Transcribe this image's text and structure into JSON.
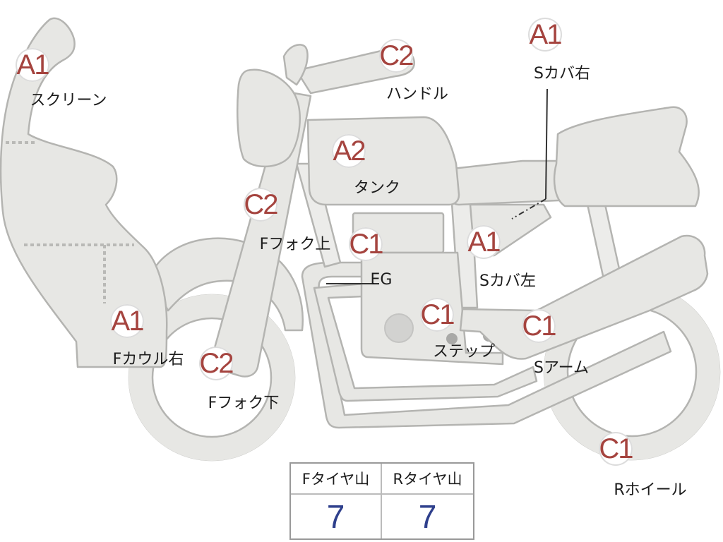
{
  "parts": [
    {
      "id": "screen",
      "grade": "A1",
      "label": "スクリーン"
    },
    {
      "id": "handle",
      "grade": "C2",
      "label": "ハンドル"
    },
    {
      "id": "side-cover-right",
      "grade": "A1",
      "label": "Sカバ右"
    },
    {
      "id": "tank",
      "grade": "A2",
      "label": "タンク"
    },
    {
      "id": "front-fork-upper",
      "grade": "C2",
      "label": "Fフォク上"
    },
    {
      "id": "engine",
      "grade": "C1",
      "label": "EG"
    },
    {
      "id": "side-cover-left",
      "grade": "A1",
      "label": "Sカバ左"
    },
    {
      "id": "front-cowl-right",
      "grade": "A1",
      "label": "Fカウル右"
    },
    {
      "id": "step",
      "grade": "C1",
      "label": "ステップ"
    },
    {
      "id": "swing-arm",
      "grade": "C1",
      "label": "Sアーム"
    },
    {
      "id": "front-fork-lower",
      "grade": "C2",
      "label": "Fフォク下"
    },
    {
      "id": "rear-wheel",
      "grade": "C1",
      "label": "Rホイール"
    }
  ],
  "tread": {
    "front_label": "Fタイヤ山",
    "rear_label": "Rタイヤ山",
    "front_value": "7",
    "rear_value": "7"
  }
}
